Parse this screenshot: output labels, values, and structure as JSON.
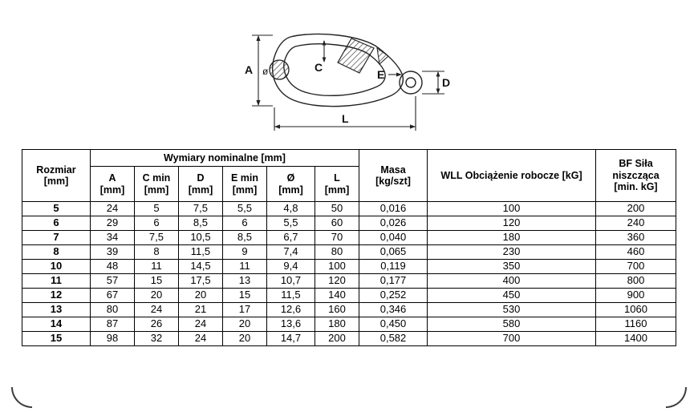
{
  "diagram": {
    "labels": {
      "a": "A",
      "diameter": "ø",
      "c": "C",
      "e": "E",
      "d": "D",
      "l": "L"
    }
  },
  "table": {
    "header": {
      "rozmiar": "Rozmiar\n[mm]",
      "wymiary": "Wymiary nominalne [mm]",
      "cols": [
        "A\n[mm]",
        "C min\n[mm]",
        "D\n[mm]",
        "E min\n[mm]",
        "Ø\n[mm]",
        "L\n[mm]"
      ],
      "masa": "Masa\n[kg/szt]",
      "wll": "WLL Obciążenie robocze [kG]",
      "bf": "BF Siła\nniszcząca\n[min. kG]"
    },
    "rows": [
      [
        "5",
        "24",
        "5",
        "7,5",
        "5,5",
        "4,8",
        "50",
        "0,016",
        "100",
        "200"
      ],
      [
        "6",
        "29",
        "6",
        "8,5",
        "6",
        "5,5",
        "60",
        "0,026",
        "120",
        "240"
      ],
      [
        "7",
        "34",
        "7,5",
        "10,5",
        "8,5",
        "6,7",
        "70",
        "0,040",
        "180",
        "360"
      ],
      [
        "8",
        "39",
        "8",
        "11,5",
        "9",
        "7,4",
        "80",
        "0,065",
        "230",
        "460"
      ],
      [
        "10",
        "48",
        "11",
        "14,5",
        "11",
        "9,4",
        "100",
        "0,119",
        "350",
        "700"
      ],
      [
        "11",
        "57",
        "15",
        "17,5",
        "13",
        "10,7",
        "120",
        "0,177",
        "400",
        "800"
      ],
      [
        "12",
        "67",
        "20",
        "20",
        "15",
        "11,5",
        "140",
        "0,252",
        "450",
        "900"
      ],
      [
        "13",
        "80",
        "24",
        "21",
        "17",
        "12,6",
        "160",
        "0,346",
        "530",
        "1060"
      ],
      [
        "14",
        "87",
        "26",
        "24",
        "20",
        "13,6",
        "180",
        "0,450",
        "580",
        "1160"
      ],
      [
        "15",
        "98",
        "32",
        "24",
        "20",
        "14,7",
        "200",
        "0,582",
        "700",
        "1400"
      ]
    ]
  }
}
